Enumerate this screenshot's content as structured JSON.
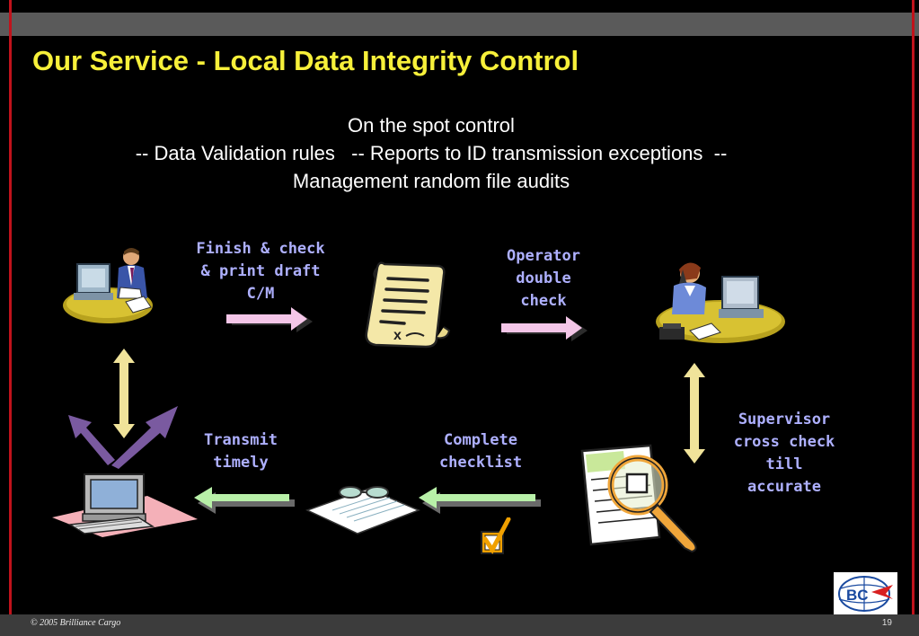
{
  "slide": {
    "title": "Our Service - Local Data Integrity Control",
    "subtitle_line1": "On the spot control",
    "subtitle_line2": "-- Data Validation rules   -- Reports to ID transmission exceptions  --",
    "subtitle_line3": "Management random file audits"
  },
  "flow": {
    "step1_label": "Finish & check & print draft C/M",
    "step2_label": "Operator double check",
    "step3_label": "Supervisor cross check till accurate",
    "step4_label": "Complete checklist",
    "step5_label": "Transmit timely"
  },
  "footer": {
    "copyright": "© 2005 Brilliance Cargo",
    "page_number": "19"
  },
  "logo_text": "BC",
  "colors": {
    "title": "#f7f03a",
    "label": "#aeb0ff",
    "pink_arrow": "#f4c6e8",
    "green_arrow": "#b8f0a8",
    "yellow_arrow": "#f0e39a",
    "purple_arrow": "#7a5aa0"
  },
  "icons": [
    "office-worker-icon",
    "document-scroll-icon",
    "phone-operator-icon",
    "magnifier-report-icon",
    "papers-glasses-icon",
    "checkbox-icon",
    "computer-icon"
  ]
}
